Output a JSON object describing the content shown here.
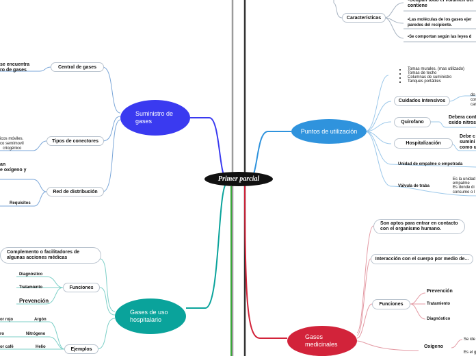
{
  "center": {
    "title": "Primer parcial"
  },
  "suministro": {
    "title": "Suministro de gases",
    "color": "#3a3af0",
    "central_label": "Central de gases",
    "central_note": [
      "se encuentra",
      "ro de gases"
    ],
    "tipos_label": "Tipos de conectores",
    "tipos_note": [
      "icos móviles.",
      "co semimovil",
      "criogénico"
    ],
    "red_label": "Red de distribución",
    "red_note": [
      "an",
      "e oxígeno y"
    ],
    "requisitos_label": "Requisitos"
  },
  "hospitalario": {
    "title": "Gases de uso hospitalario",
    "color": "#0aa39b",
    "complemento": "Complemento o facilitadores de algunas acciones médicas",
    "funciones_label": "Funciones",
    "funciones_items": [
      "Diagnóstico",
      "Tratamiento",
      "Prevención"
    ],
    "ejemplos_label": "Ejemplos",
    "ejemplos": [
      {
        "color": "or rojo",
        "gas": "Argón"
      },
      {
        "color": "ro",
        "gas": "Nitrógeno"
      },
      {
        "color": "or café",
        "gas": "Helio"
      }
    ]
  },
  "caracteristicas": {
    "label": "Características",
    "items": [
      "•Ocupan todo el volumen del contiene",
      "•Las moléculas de los gases ejer paredes del recipiente.",
      "•Se comportan según  las leyes d"
    ]
  },
  "puntos": {
    "title": "Puntos de utilización",
    "color": "#2f93dd",
    "bullets": [
      "Tomas murales. (mas utilizado)",
      "Tomas de techo",
      "Columnas de suministro",
      "Tanques portátiles"
    ],
    "cuidados_label": "Cuidados Intensivos",
    "cuidados_note": [
      "do",
      "con",
      "car"
    ],
    "quirofano_label": "Quirofano",
    "quirofano_note": "Debera cont oxido nitros",
    "hospitalizacion_label": "Hospitalización",
    "hospitalizacion_note": "Debe c sumini como u",
    "unidad_label": "Unidad de empalme o empotrada",
    "valvula_label": "Válvula de traba",
    "valvula_note": [
      "Es la unidad",
      "empalme",
      "Es donde di",
      "consumo o l"
    ]
  },
  "medicinales": {
    "title": "Gases medicinales",
    "color": "#d2233a",
    "aptos": "Son aptos para entrar en contacto con el organismo humano.",
    "interaccion": "Interacción con el cuerpo por medio de...",
    "funciones_label": "Funciones",
    "funciones_items": [
      "Prevención",
      "Tratamiento",
      "Diagnóstico"
    ],
    "oxigeno_label": "Oxígeno",
    "oxigeno_notes": [
      "Se ide",
      "Es el g"
    ]
  }
}
